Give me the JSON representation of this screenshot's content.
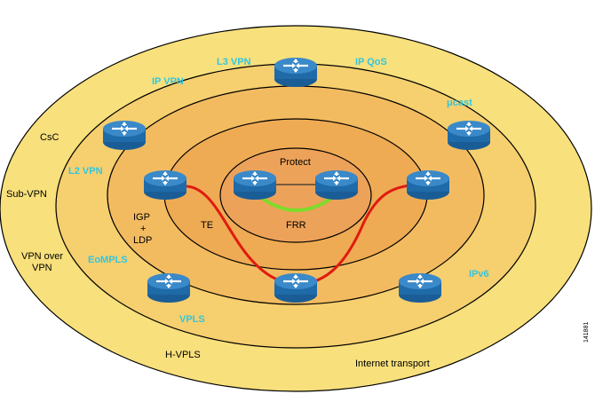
{
  "colors": {
    "ring_outer": "#f8e07c",
    "ring_2": "#f6cf6e",
    "ring_3": "#f3bb60",
    "ring_4": "#efab53",
    "ring_inner": "#eda259",
    "router_blue": "#1f6aa8",
    "te_path": "#e01b10",
    "frr_path": "#7ddc2a",
    "accent_text": "#33c6dd"
  },
  "labels": {
    "l3vpn": "L3 VPN",
    "ipqos": "IP QoS",
    "ipvpn": "IP VPN",
    "mcast": "μcast",
    "csc": "CsC",
    "l2vpn": "L2 VPN",
    "subvpn": "Sub-VPN",
    "igp": "IGP",
    "plus": "+",
    "ldp": "LDP",
    "te": "TE",
    "protect": "Protect",
    "frr": "FRR",
    "vpnover1": "VPN over",
    "vpnover2": "VPN",
    "eomlps": "EoMPLS",
    "ipv6": "IPv6",
    "vpls": "VPLS",
    "hvpls": "H-VPLS",
    "internet": "Internet transport",
    "figure_id": "141881"
  },
  "routers": [
    "router",
    "router",
    "router",
    "router",
    "router",
    "router",
    "router",
    "router",
    "router",
    "router"
  ]
}
